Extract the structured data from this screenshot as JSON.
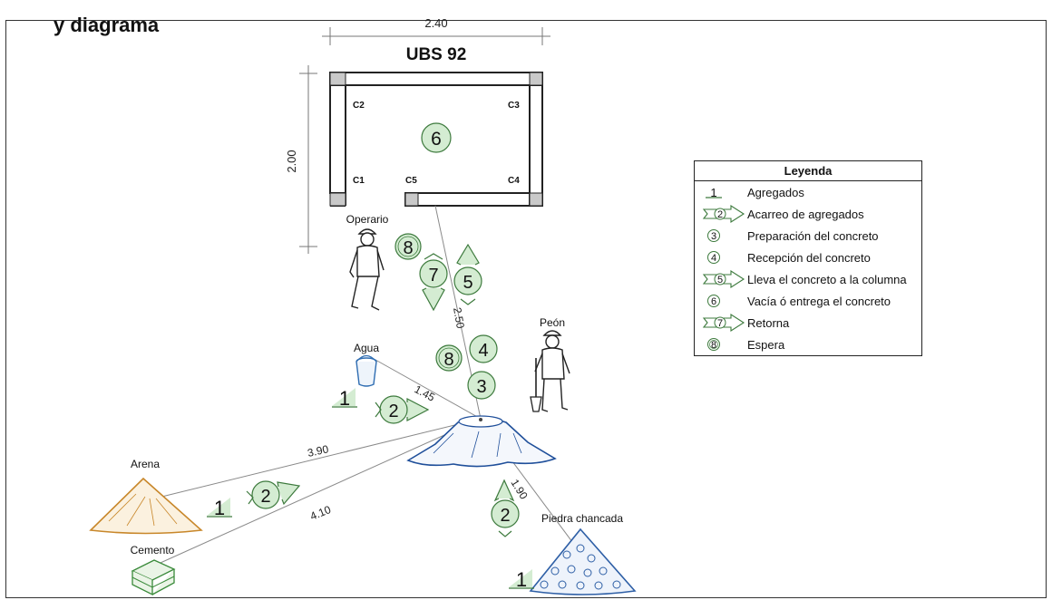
{
  "header": {
    "caption": "y diagrama"
  },
  "plan": {
    "title": "UBS 92",
    "width_dim": "2.40",
    "height_dim": "2.00",
    "columns": [
      "C2",
      "C3",
      "C1",
      "C5",
      "C4"
    ],
    "center_step": "6"
  },
  "workers": {
    "operario": "Operario",
    "peon": "Peón"
  },
  "materials": {
    "agua": "Agua",
    "arena": "Arena",
    "cemento": "Cemento",
    "piedra": "Piedra chancada"
  },
  "distances": {
    "to_c5": "2.50",
    "agua": "1.45",
    "arena": "3.90",
    "cemento": "4.10",
    "piedra": "1.90"
  },
  "steps": {
    "s8_top": "8",
    "s7": "7",
    "s5": "5",
    "s4": "4",
    "s8_mid": "8",
    "s3": "3",
    "s2_agua": "2",
    "s1_agua": "1",
    "s2_arena": "2",
    "s1_arena": "1",
    "s2_piedra": "2",
    "s1_piedra": "1"
  },
  "legend": {
    "title": "Leyenda",
    "items": [
      {
        "sym": "1",
        "kind": "triangle",
        "label": "Agregados"
      },
      {
        "sym": "2",
        "kind": "arrow",
        "label": "Acarreo de agregados"
      },
      {
        "sym": "3",
        "kind": "circle",
        "label": "Preparación del concreto"
      },
      {
        "sym": "4",
        "kind": "circle",
        "label": "Recepción del concreto"
      },
      {
        "sym": "5",
        "kind": "arrow",
        "label": "Lleva el concreto a la columna"
      },
      {
        "sym": "6",
        "kind": "circle",
        "label": "Vacía ó entrega el concreto"
      },
      {
        "sym": "7",
        "kind": "arrow",
        "label": "Retorna"
      },
      {
        "sym": "8",
        "kind": "dcircle",
        "label": "Espera"
      }
    ]
  },
  "colors": {
    "step_fill": "#d4ecd2",
    "step_stroke": "#3d7a3d",
    "agua": "#2f6db2",
    "arena": "#c8872a",
    "cemento": "#3a8a3a",
    "piedra": "#2e5fa6",
    "mixer": "#1f4f9a"
  }
}
